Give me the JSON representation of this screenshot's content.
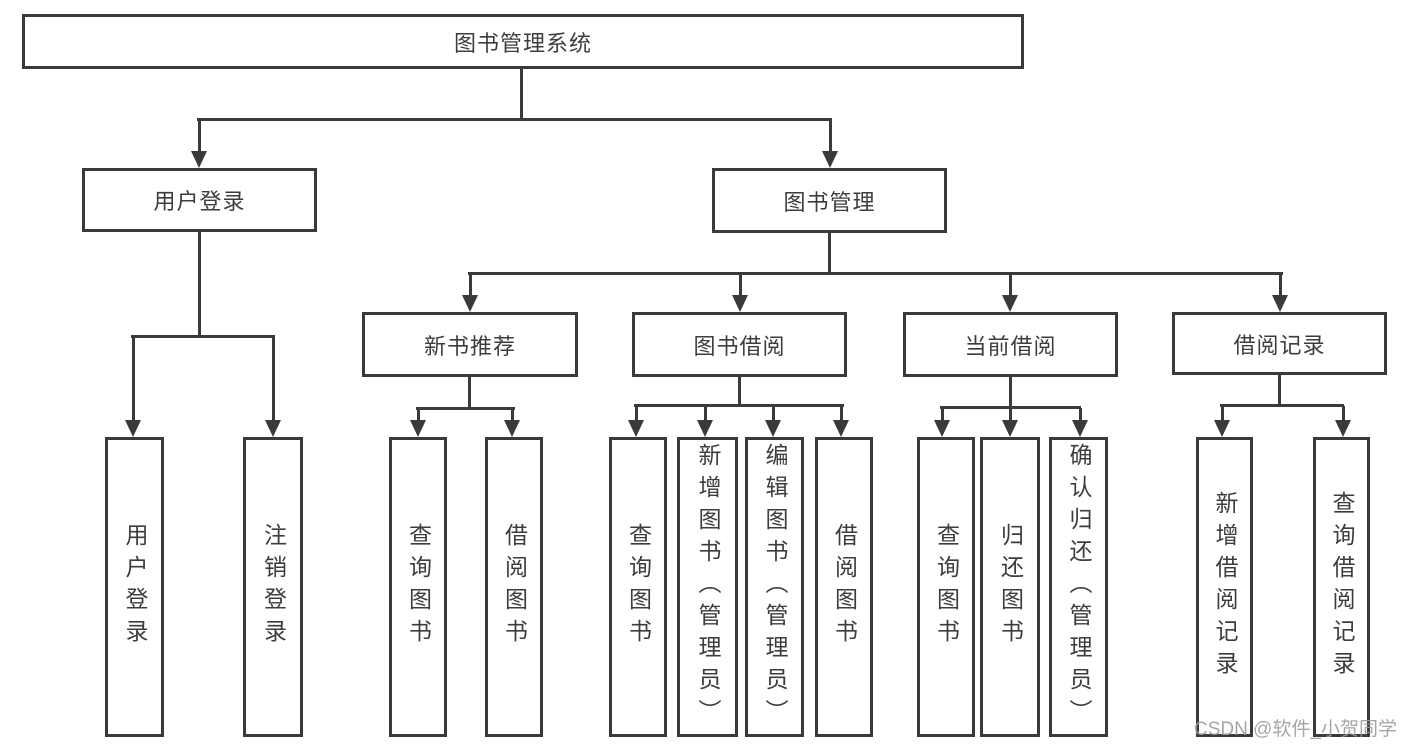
{
  "diagram_title": "图书管理系统",
  "tree": {
    "root": {
      "label": "图书管理系统"
    },
    "branches": [
      {
        "label": "用户登录",
        "children": [
          "用户登录",
          "注销登录"
        ]
      },
      {
        "label": "图书管理",
        "groups": [
          {
            "label": "新书推荐",
            "children": [
              "查询图书",
              "借阅图书"
            ]
          },
          {
            "label": "图书借阅",
            "children": [
              "查询图书",
              "新增图书（管理员）",
              "编辑图书（管理员）",
              "借阅图书"
            ]
          },
          {
            "label": "当前借阅",
            "children": [
              "查询图书",
              "归还图书",
              "确认归还（管理员）"
            ]
          },
          {
            "label": "借阅记录",
            "children": [
              "新增借阅记录",
              "查询借阅记录"
            ]
          }
        ]
      }
    ]
  },
  "watermark": "CSDN @软件_小贺同学",
  "colors": {
    "line": "#3a3a3a",
    "text": "#3d3d3d",
    "watermark": "#9c9c9c",
    "bg": "#ffffff"
  }
}
